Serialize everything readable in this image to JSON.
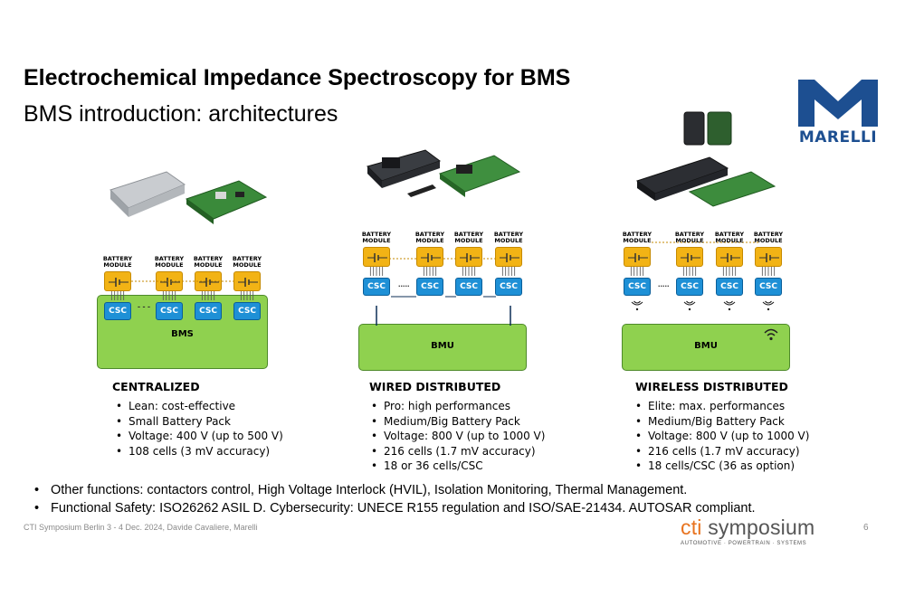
{
  "slide": {
    "title": "Electrochemical Impedance Spectroscopy for BMS",
    "subtitle": "BMS introduction: architectures"
  },
  "logo": {
    "brand": "MARELLI",
    "color": "#1d4f91"
  },
  "diagram_labels": {
    "module_line1": "BATTERY",
    "module_line2": "MODULE",
    "csc": "CSC"
  },
  "architectures": [
    {
      "name": "CENTRALIZED",
      "controller": "BMS",
      "bullets": [
        "Lean: cost-effective",
        "Small Battery Pack",
        "Voltage: 400 V (up to 500 V)",
        "108 cells (3 mV accuracy)"
      ]
    },
    {
      "name": "WIRED DISTRIBUTED",
      "controller": "BMU",
      "bullets": [
        "Pro: high performances",
        "Medium/Big Battery Pack",
        "Voltage: 800 V (up to 1000 V)",
        "216 cells (1.7 mV accuracy)",
        "18 or 36 cells/CSC"
      ]
    },
    {
      "name": "WIRELESS DISTRIBUTED",
      "controller": "BMU",
      "bullets": [
        "Elite: max. performances",
        "Medium/Big Battery Pack",
        "Voltage: 800 V (up to 1000 V)",
        "216 cells (1.7 mV accuracy)",
        "18 cells/CSC (36 as option)"
      ]
    }
  ],
  "notes": [
    "Other functions: contactors control, High Voltage Interlock (HVIL), Isolation Monitoring, Thermal Management.",
    "Functional Safety: ISO26262 ASIL D. Cybersecurity: UNECE R155 regulation and ISO/SAE-21434. AUTOSAR compliant."
  ],
  "footer": {
    "text": "CTI Symposium Berlin 3 - 4 Dec. 2024, Davide Cavaliere, Marelli",
    "page": "6"
  },
  "cti_logo": {
    "prefix": "cti",
    "word": " symposium",
    "tagline": "AUTOMOTIVE · POWERTRAIN · SYSTEMS",
    "accent": "#e8731f"
  },
  "colors": {
    "battery": "#f2b315",
    "csc": "#1e90d6",
    "controller": "#8fd14f",
    "accent": "#1d4f91"
  }
}
